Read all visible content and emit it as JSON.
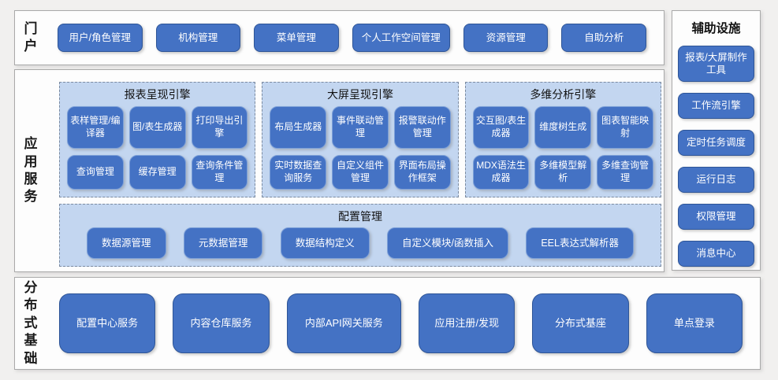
{
  "colors": {
    "node_blue": "#4472c4",
    "node_border": "#2e5597",
    "group_bg": "#c3d6f0",
    "group_border_dashed": "#7a8aa0",
    "panel_bg": "#fdfdfd",
    "panel_border": "#a9a9a9",
    "page_bg": "#f1f0ef",
    "node_text": "#ffffff"
  },
  "portal": {
    "label": "门户",
    "items": [
      "用户/角色管理",
      "机构管理",
      "菜单管理",
      "个人工作空间管理",
      "资源管理",
      "自助分析"
    ]
  },
  "app_services": {
    "label": "应用服务",
    "groups": [
      {
        "title": "报表呈现引擎",
        "items": [
          "表样管理/编译器",
          "图/表生成器",
          "打印导出引擎",
          "查询管理",
          "缓存管理",
          "查询条件管理"
        ]
      },
      {
        "title": "大屏呈现引擎",
        "items": [
          "布局生成器",
          "事件联动管理",
          "报警联动作管理",
          "实时数据查询服务",
          "自定义组件管理",
          "界面布局操作框架"
        ]
      },
      {
        "title": "多维分析引擎",
        "items": [
          "交互图/表生成器",
          "维度树生成",
          "图表智能映射",
          "MDX语法生成器",
          "多维模型解析",
          "多维查询管理"
        ]
      }
    ],
    "config": {
      "title": "配置管理",
      "items": [
        "数据源管理",
        "元数据管理",
        "数据结构定义",
        "自定义模块/函数插入",
        "EEL表达式解析器"
      ]
    }
  },
  "distributed": {
    "label": "分布式基础",
    "items": [
      "配置中心服务",
      "内容仓库服务",
      "内部API网关服务",
      "应用注册/发现",
      "分布式基座",
      "单点登录"
    ]
  },
  "auxiliary": {
    "title": "辅助设施",
    "items": [
      "报表/大屏制作工具",
      "工作流引擎",
      "定时任务调度",
      "运行日志",
      "权限管理",
      "消息中心"
    ]
  }
}
